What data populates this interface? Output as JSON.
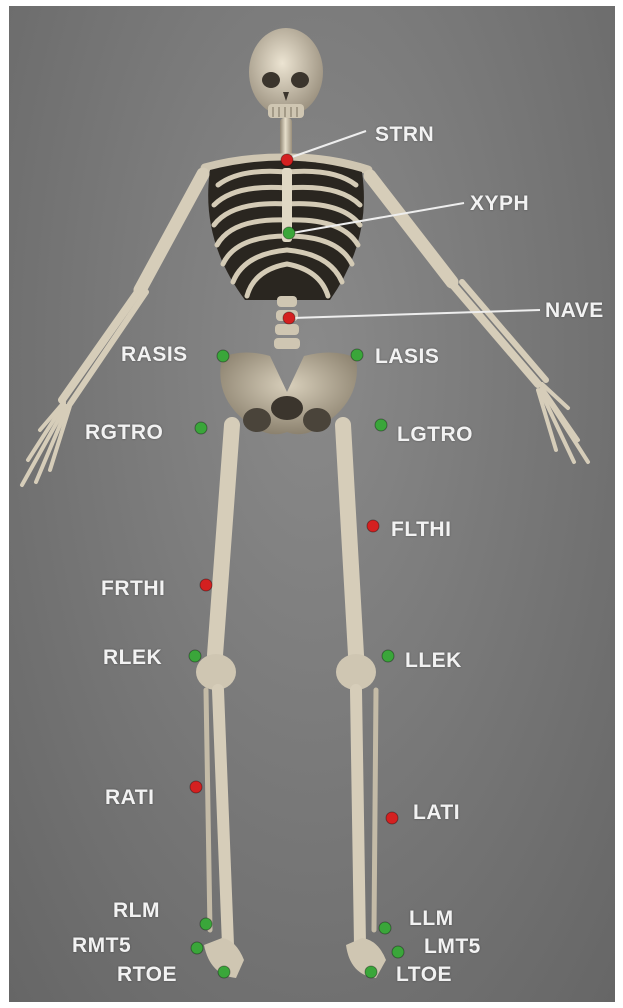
{
  "figure": {
    "background": "#777777",
    "bone_color": "#d9d0bb",
    "marker_colors": {
      "red": "#d42020",
      "green": "#3aa63a"
    }
  },
  "markers": {
    "STRN": {
      "label": "STRN",
      "color": "red"
    },
    "XYPH": {
      "label": "XYPH",
      "color": "green"
    },
    "NAVE": {
      "label": "NAVE",
      "color": "red"
    },
    "RASIS": {
      "label": "RASIS",
      "color": "green"
    },
    "LASIS": {
      "label": "LASIS",
      "color": "green"
    },
    "RGTRO": {
      "label": "RGTRO",
      "color": "green"
    },
    "LGTRO": {
      "label": "LGTRO",
      "color": "green"
    },
    "FLTHI": {
      "label": "FLTHI",
      "color": "red"
    },
    "FRTHI": {
      "label": "FRTHI",
      "color": "red"
    },
    "RLEK": {
      "label": "RLEK",
      "color": "green"
    },
    "LLEK": {
      "label": "LLEK",
      "color": "green"
    },
    "RATI": {
      "label": "RATI",
      "color": "red"
    },
    "LATI": {
      "label": "LATI",
      "color": "red"
    },
    "RLM": {
      "label": "RLM",
      "color": "green"
    },
    "LLM": {
      "label": "LLM",
      "color": "green"
    },
    "RMT5": {
      "label": "RMT5",
      "color": "green"
    },
    "LMT5": {
      "label": "LMT5",
      "color": "green"
    },
    "RTOE": {
      "label": "RTOE",
      "color": "green"
    },
    "LTOE": {
      "label": "LTOE",
      "color": "green"
    }
  }
}
